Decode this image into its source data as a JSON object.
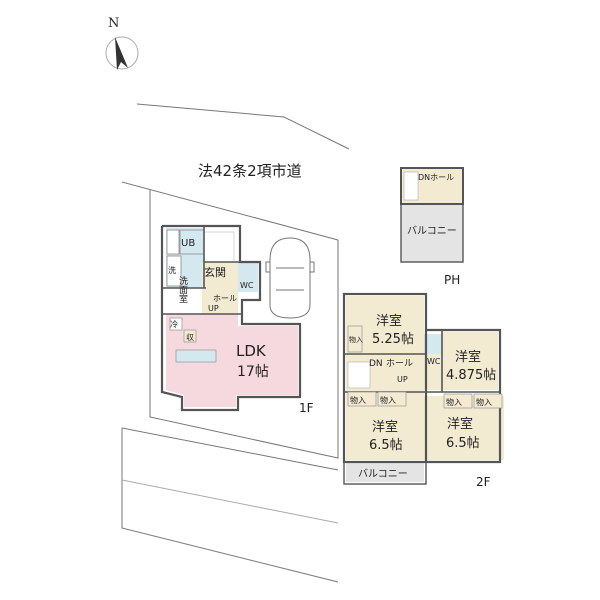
{
  "compass": {
    "north_label": "N"
  },
  "road": {
    "label": "法42条2項市道"
  },
  "floor1": {
    "floor_label": "1F",
    "rooms": {
      "ub": "UB",
      "washroom": "洗面室",
      "washer": "洗",
      "entrance": "玄関",
      "wc": "WC",
      "hall": "ホール",
      "up": "UP",
      "fridge": "冷",
      "storage": "収",
      "ldk_name": "LDK",
      "ldk_size": "17帖"
    }
  },
  "floor2": {
    "floor_label": "2F",
    "rooms": {
      "room1_name": "洋室",
      "room1_size": "5.25帖",
      "room2_name": "洋室",
      "room2_size": "4.875帖",
      "room3_name": "洋室",
      "room3_size": "6.5帖",
      "room4_name": "洋室",
      "room4_size": "6.5帖",
      "closet": "物入",
      "dn": "DN",
      "hall": "ホール",
      "up": "UP",
      "wc": "WC",
      "balcony": "バルコニー"
    }
  },
  "penthouse": {
    "floor_label": "PH",
    "dn_hall": "DNホール",
    "balcony": "バルコニー"
  },
  "colors": {
    "ldk": "#f6d8df",
    "room": "#f3ead2",
    "wet_area": "#d4e8ef",
    "balcony": "#e4e4e4",
    "wall": "#555555",
    "boundary": "#777777"
  }
}
